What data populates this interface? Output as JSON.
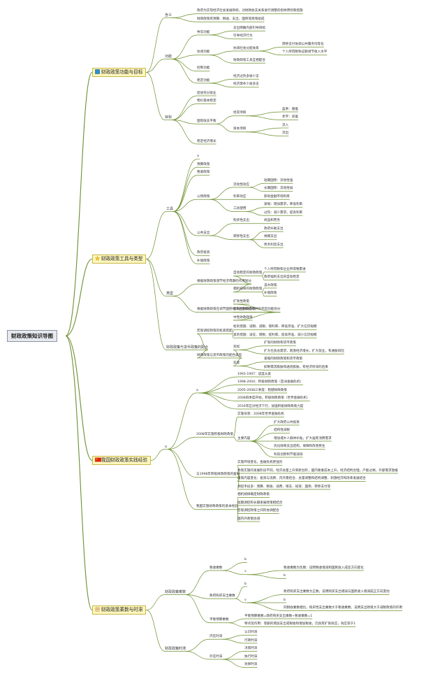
{
  "root": "财政政策知识导图",
  "branches": [
    {
      "label": "财政政策功能与目标",
      "icon": "blue-square-icon",
      "children": [
        {
          "label": "含义",
          "children": [
            {
              "label": "政府为实现经济社会发展目标，对财政收支关系进行调整的指导原则和措施"
            },
            {
              "label": "财政政策有预算、税收、支出、国债等政策组成"
            }
          ]
        },
        {
          "label": "功能",
          "children": [
            {
              "label": "导向功能",
              "children": [
                {
                  "label": "支出明确内部引导目标"
                },
                {
                  "label": "引导经济行为"
                }
              ]
            },
            {
              "label": "协调功能",
              "children": [
                {
                  "label": "协调社会分配关系",
                  "children": [
                    {
                      "label": "转移支付协调公共服务均等化"
                    },
                    {
                      "label": "个人所得税免征额调节收入水平"
                    }
                  ]
                },
                {
                  "label": "财政政策工具互相配合"
                }
              ]
            },
            {
              "label": "控制功能"
            },
            {
              "label": "稳定功能",
              "children": [
                {
                  "label": "经济过热多收少支"
                },
                {
                  "label": "经济萧条少收多支"
                }
              ]
            }
          ]
        },
        {
          "label": "目标",
          "children": [
            {
              "label": "促进充分就业"
            },
            {
              "label": "物价基本稳定"
            },
            {
              "label": "国际收支平衡",
              "children": [
                {
                  "label": "经常项目",
                  "children": [
                    {
                      "label": "盈余：顺差"
                    },
                    {
                      "label": "赤字：逆差"
                    }
                  ]
                },
                {
                  "label": "资本项目",
                  "children": [
                    {
                      "label": "流入"
                    },
                    {
                      "label": "流出"
                    }
                  ]
                }
              ]
            },
            {
              "label": "稳定经济增长"
            }
          ]
        }
      ]
    },
    {
      "label": "财政政策工具与类型",
      "icon": "yellow-star-icon",
      "children": [
        {
          "label": "工具",
          "children": [
            {
              "label": "a"
            },
            {
              "label": "预算政策"
            },
            {
              "label": "税收政策"
            },
            {
              "label": "公债政策",
              "children": [
                {
                  "label": "流动性效应",
                  "children": [
                    {
                      "label": "短期国债：流动性强"
                    },
                    {
                      "label": "长期国债：流动性弱"
                    }
                  ]
                },
                {
                  "label": "利率效应",
                  "children": [
                    {
                      "label": "影响金融市场利率"
                    }
                  ]
                },
                {
                  "label": "工具使用",
                  "children": [
                    {
                      "label": "紧缩：增加需求，降低利率"
                    },
                    {
                      "label": "过热：减少需求，提高利率"
                    }
                  ]
                }
              ]
            },
            {
              "label": "公共支出",
              "children": [
                {
                  "label": "购买性支出",
                  "children": [
                    {
                      "label": "商品和劳务"
                    }
                  ]
                },
                {
                  "label": "转移性支出",
                  "children": [
                    {
                      "label": "政府补助支出"
                    },
                    {
                      "label": "捐赠支出"
                    },
                    {
                      "label": "债务利息支出"
                    }
                  ]
                }
              ]
            },
            {
              "label": "政府投资"
            },
            {
              "label": "补偿政策"
            }
          ]
        },
        {
          "label": "类型",
          "children": [
            {
              "label": "根据财政政策调节经济周期的作用划分",
              "children": [
                {
                  "label": "自动稳定的财政政策",
                  "children": [
                    {
                      "label": "个人所得税和企业所得税累进"
                    },
                    {
                      "label": "政府福利支出的自动稳定"
                    }
                  ]
                },
                {
                  "label": "相机抉择的财政政策",
                  "children": [
                    {
                      "label": "汲水政策"
                    },
                    {
                      "label": "补偿政策"
                    }
                  ]
                }
              ]
            },
            {
              "label": "根据财政政策在调节国民经济总量和结构中的不同功能划分",
              "children": [
                {
                  "label": "扩张性政策"
                },
                {
                  "label": "紧缩性财政政策"
                },
                {
                  "label": "中性财政政策"
                }
              ]
            }
          ]
        },
        {
          "label": "财政政策与货币政策的配合",
          "children": [
            {
              "label": "宏观调控政策的松紧搭配",
              "children": [
                {
                  "label": "松的措施：减税、减税、增利率、降低存准、扩大信贷规模"
                },
                {
                  "label": "紧的措施：减支、增税、提利率、提高存准、减小信贷规模"
                }
              ]
            },
            {
              "label": "财政政策与货币政策的配合类型",
              "children": [
                {
                  "label": "双松",
                  "children": [
                    {
                      "label": "扩张的财政和货币政策"
                    },
                    {
                      "label": "扩大社会总需求，刺激经济增长，扩大就业，有通胀风险"
                    }
                  ]
                },
                {
                  "label": "双紧",
                  "children": [
                    {
                      "label": "紧缩的财政政策和货币政策"
                    },
                    {
                      "label": "抑制需求膨胀和通货膨胀，有经济停滞的后果"
                    }
                  ]
                }
              ]
            }
          ]
        }
      ]
    },
    {
      "label": "我国财政政策实践经验",
      "icon": "china-flag-icon",
      "children": [
        {
          "label": "u",
          "children": [
            {
              "label": "a",
              "children": [
                {
                  "label": "1993-1997：适度从紧"
                },
                {
                  "label": "1998-2004：积极财政政策（亚洲金融危机）"
                },
                {
                  "label": "2005-2008三季度：稳健财政政策"
                },
                {
                  "label": "2008四季度开始，积极财政政策（世界金融危机）"
                },
                {
                  "label": "2016年应对经济下行，加强积极财政政策力度"
                }
              ]
            },
            {
              "label": "2008年实施积极财政政策",
              "children": [
                {
                  "label": "实施背景：2008年世界金融危机"
                },
                {
                  "label": "主要内容",
                  "children": [
                    {
                      "label": "扩大政府公共投资"
                    },
                    {
                      "label": "结构性减税"
                    },
                    {
                      "label": "增加城乡人群体补贴，扩大居民消费需求"
                    },
                    {
                      "label": "优化财政支出结构，保障和改善民生"
                    },
                    {
                      "label": "科技创新和节能减排"
                    }
                  ]
                }
              ]
            },
            {
              "label": "与1998年积极财政政策的差别",
              "children": [
                {
                  "label": "实施环境变化，金融危机更强烈"
                },
                {
                  "label": "政策实施的发展阶段不同，经济总量上升到新台阶，国内要素成本上升，经济结构合理，产能过剩，外部需求放缓"
                },
                {
                  "label": "政策内容变化：投资与消费、内外需结合、总量调整和结构调整、刺激经济和改革发展结合"
                },
                {
                  "label": "调控手段多：预算、税收、减费、增支、投资、国债、转移支付等"
                }
              ]
            },
            {
              "label": "我国实施财政政策的基本经验",
              "children": [
                {
                  "label": "相机抉择确定财政政策"
                },
                {
                  "label": "短期调控和长期发展政策相结合"
                },
                {
                  "label": "宏观调控政策之间的协调配合"
                },
                {
                  "label": "国内外政策协调"
                }
              ]
            }
          ]
        }
      ]
    },
    {
      "label": "财政政策乘数与时滞",
      "icon": "scroll-icon",
      "children": [
        {
          "label": "财政政策乘数",
          "children": [
            {
              "label": "税收乘数",
              "children": [
                {
                  "label": "b"
                },
                {
                  "label": "v",
                  "children": [
                    {
                      "label": "税收乘数为负数：说明税收增减和国民收入成反方向变化"
                    },
                    {
                      "label": "b"
                    }
                  ]
                }
              ]
            },
            {
              "label": "政府购买支出乘数",
              "children": [
                {
                  "label": "b"
                },
                {
                  "label": "v",
                  "children": [
                    {
                      "label": "政府购买支出乘数为正数，说明购买支出增减与国民收入增减成正方向变动"
                    },
                    {
                      "label": "b"
                    },
                    {
                      "label": "同税收乘数相比，购买性支出乘数大于税收乘数，说明支出政策大于减税政策的作用"
                    }
                  ]
                }
              ]
            },
            {
              "label": "平衡预算乘数",
              "children": [
                {
                  "label": "平衡预算乘数=政府购买支出乘数+税收乘数=1"
                },
                {
                  "label": "特点及作用：等额的增加支出或税收和增加税收，仍具有扩张效应，效应等于1"
                }
              ]
            }
          ]
        },
        {
          "label": "财政政策时滞",
          "children": [
            {
              "label": "内在时滞",
              "children": [
                {
                  "label": "认识时滞"
                },
                {
                  "label": "行政时滞"
                }
              ]
            },
            {
              "label": "外在时滞",
              "children": [
                {
                  "label": "决策时滞"
                },
                {
                  "label": "执行时滞"
                },
                {
                  "label": "效果时滞"
                }
              ]
            }
          ]
        }
      ]
    }
  ],
  "colors": {
    "line": "#6b8f2f",
    "rootBorder": "#8a94a3",
    "l1Fill": "#fdf6bd"
  }
}
